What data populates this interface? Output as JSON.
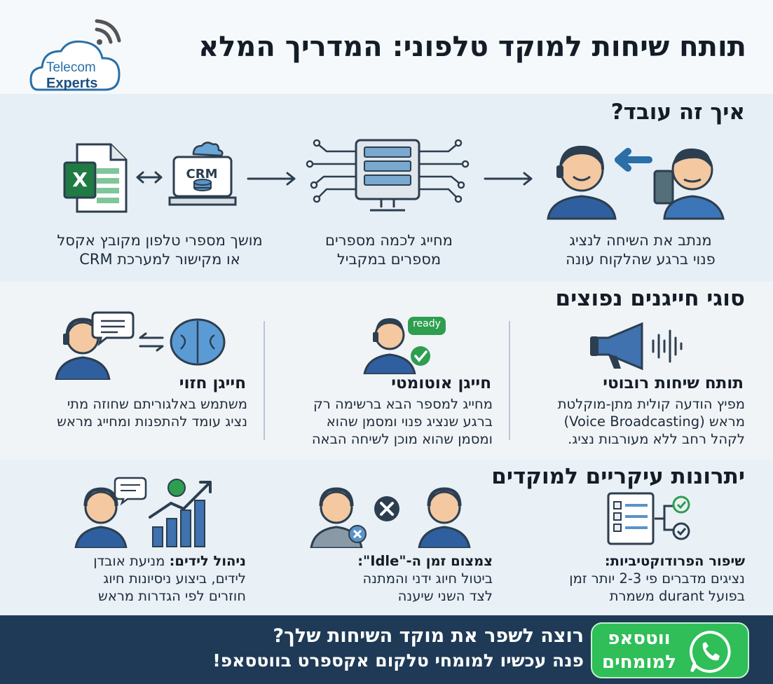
{
  "header": {
    "title": "תותח שיחות למוקד טלפוני: המדריך המלא",
    "logo_line1": "Telecom",
    "logo_line2": "Experts"
  },
  "how": {
    "title": "איך זה עובד?",
    "crm_label": "CRM",
    "excel_label": "X",
    "steps": [
      {
        "line1": "מושך מספרי טלפון מקובץ אקסל",
        "line2": "או מקישור למערכת CRM"
      },
      {
        "line1": "מחייג לכמה מספרים",
        "line2": "מספרים במקביל"
      },
      {
        "line1": "מנתב את השיחה לנציג",
        "line2": "פנוי ברגע שהלקוח עונה"
      }
    ]
  },
  "types": {
    "title": "סוגי חייגנים נפוצים",
    "ready_badge": "ready",
    "items": [
      {
        "title": "תותח שיחות רובוטי",
        "line1": "מפיץ הודעה קולית מתן-מוקלטת",
        "line2": "מראש (Voice Broadcasting)",
        "line3": "לקהל רחב ללא מעורבות נציג."
      },
      {
        "title": "חייגן אוטומטי",
        "line1": "מחייג למספר הבא ברשימה רק",
        "line2": "ברגע שנציג פנוי ומסמן שהוא",
        "line3": "ומסמן שהוא מוכן לשיחה הבאה"
      },
      {
        "title": "חייגן חזוי",
        "line1": "משתמש באלגוריתם שחוזה מתי",
        "line2": "נציג עומד להתפנות ומחייג מראש"
      }
    ]
  },
  "advantages": {
    "title": "יתרונות עיקריים למוקדים",
    "items": [
      {
        "bold": "שיפור הפרודוקטיביות:",
        "line1": "נציגים מדברים פי 2-3 יותר זמן",
        "line2": "בפועל durant משמרת"
      },
      {
        "bold": "צמצום זמן ה-\"Idle\":",
        "line1": "ביטול חיוג ידני והמתנה",
        "line2": "לצד השני שיענה"
      },
      {
        "bold": "ניהול לידים:",
        "line1_rest": " מניעת אובדן",
        "line2": "לידים, ביצוע ניסיונות חיוג",
        "line3": "חוזרים לפי הגדרות מראש"
      }
    ]
  },
  "footer": {
    "cta_line1": "רוצה לשפר את מוקד השיחות שלך?",
    "cta_line2": "פנה עכשיו למומחי טלקום אקספרט בווטסאפ!",
    "button_line1": "ווטסאפ",
    "button_line2": "למומחים"
  },
  "colors": {
    "navy": "#1e3a56",
    "whatsapp_green": "#2fbe58",
    "accent_blue": "#2a6fa8",
    "check_green": "#2e9e4f"
  }
}
